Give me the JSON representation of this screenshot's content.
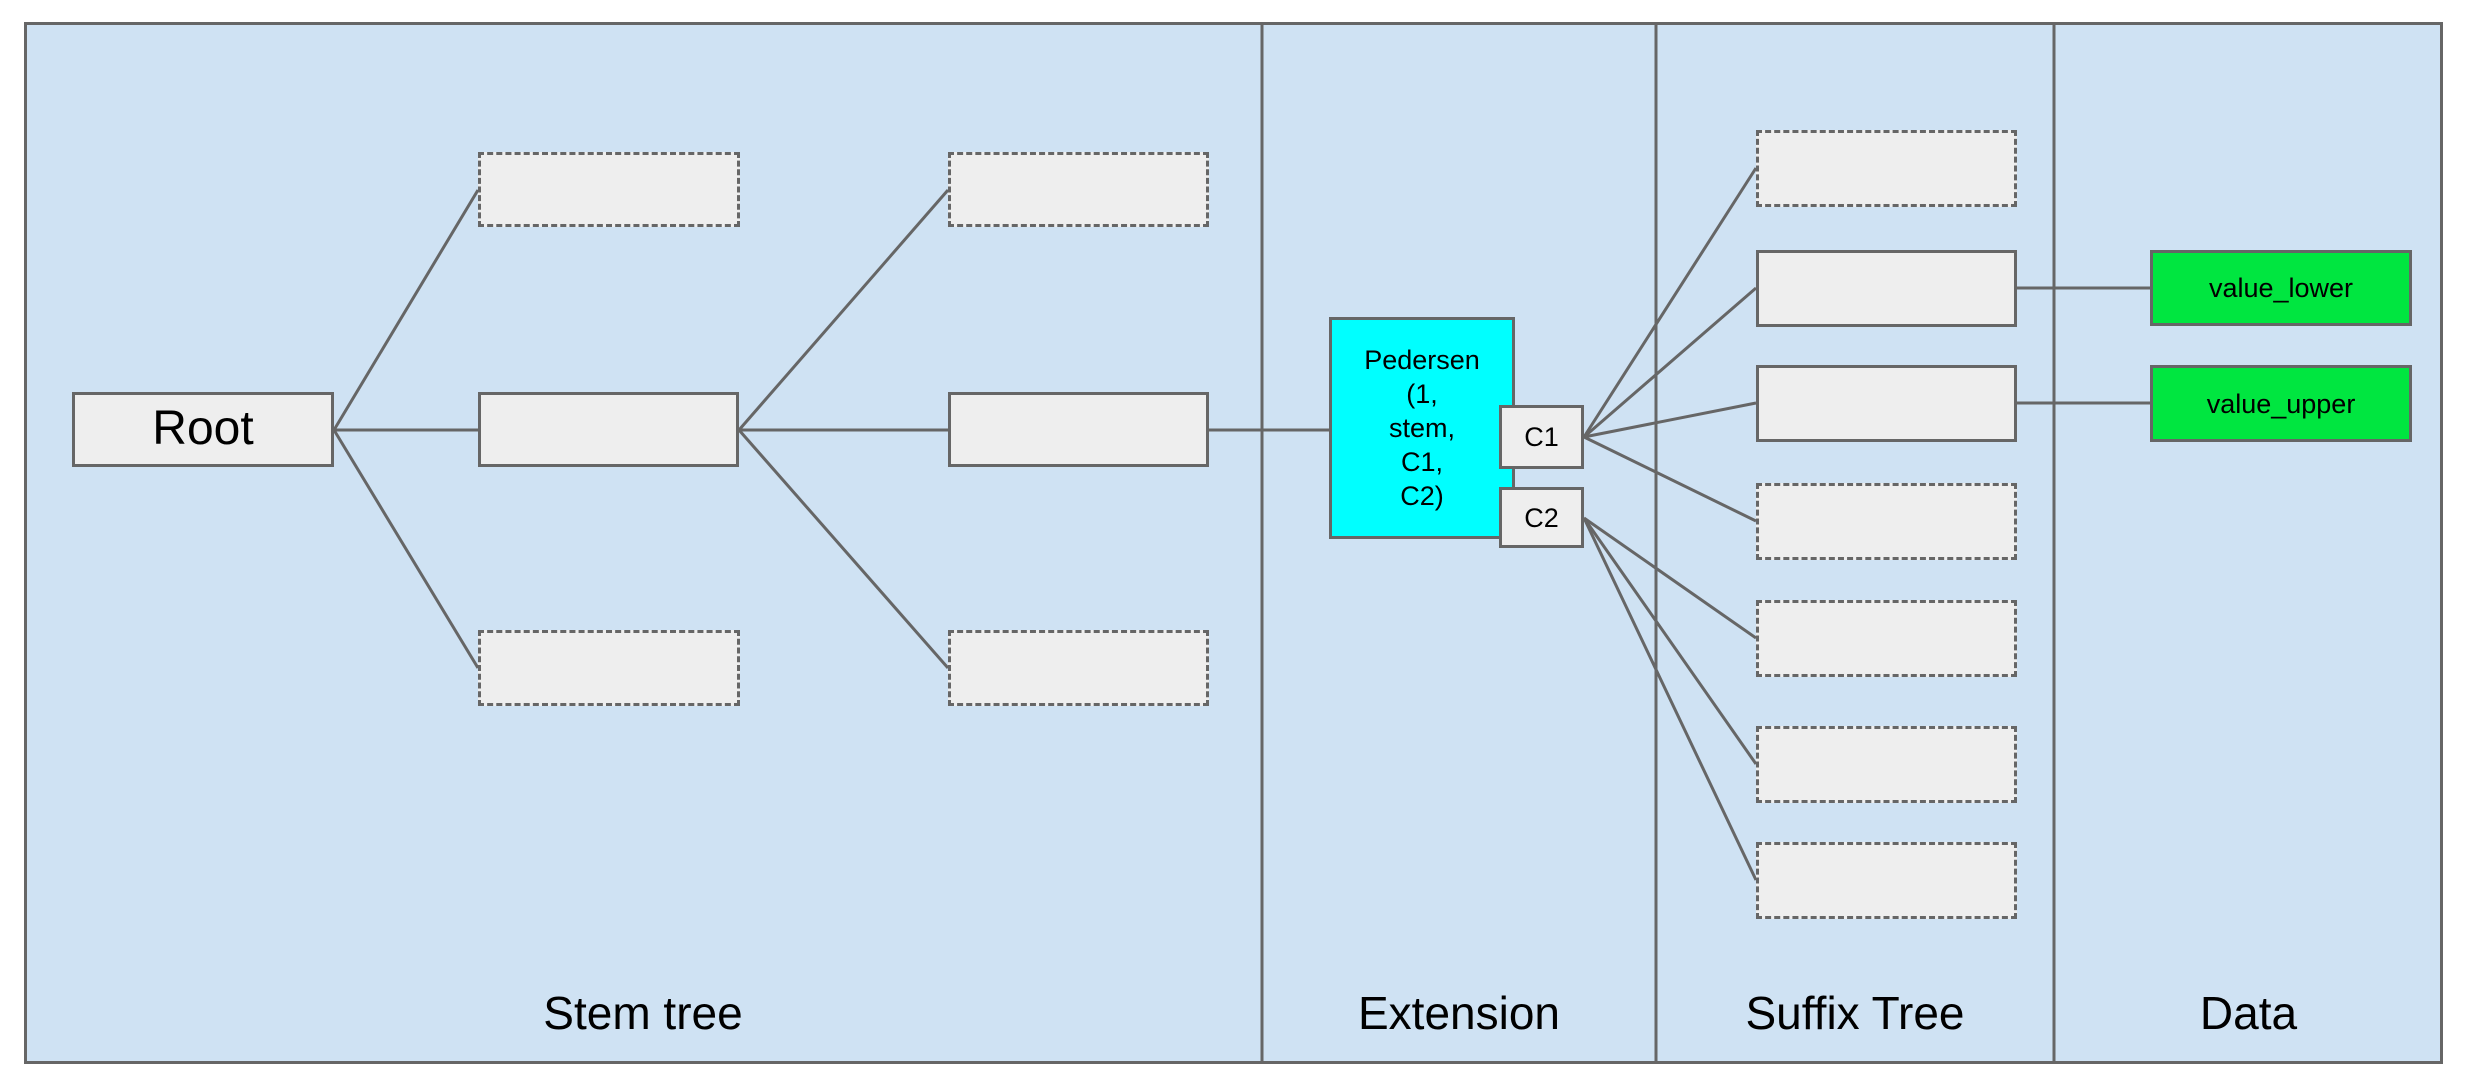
{
  "lanes": [
    {
      "label": "Stem tree"
    },
    {
      "label": "Extension"
    },
    {
      "label": "Suffix Tree"
    },
    {
      "label": "Data"
    }
  ],
  "nodes": {
    "root": {
      "label": "Root"
    },
    "pedersen": {
      "label": "Pedersen (1, stem, C1, C2)",
      "lines": [
        "Pedersen",
        "(1,",
        "stem,",
        "C1,",
        "C2)"
      ]
    },
    "c1": {
      "label": "C1"
    },
    "c2": {
      "label": "C2"
    },
    "value_lower": {
      "label": "value_lower"
    },
    "value_upper": {
      "label": "value_upper"
    }
  },
  "colors": {
    "lane_background": "#cfe2f3",
    "node_fill": "#eeeeee",
    "stroke": "#666666",
    "extension_node_fill": "#00ffff",
    "data_node_fill": "#00e640",
    "text": "#000000"
  }
}
